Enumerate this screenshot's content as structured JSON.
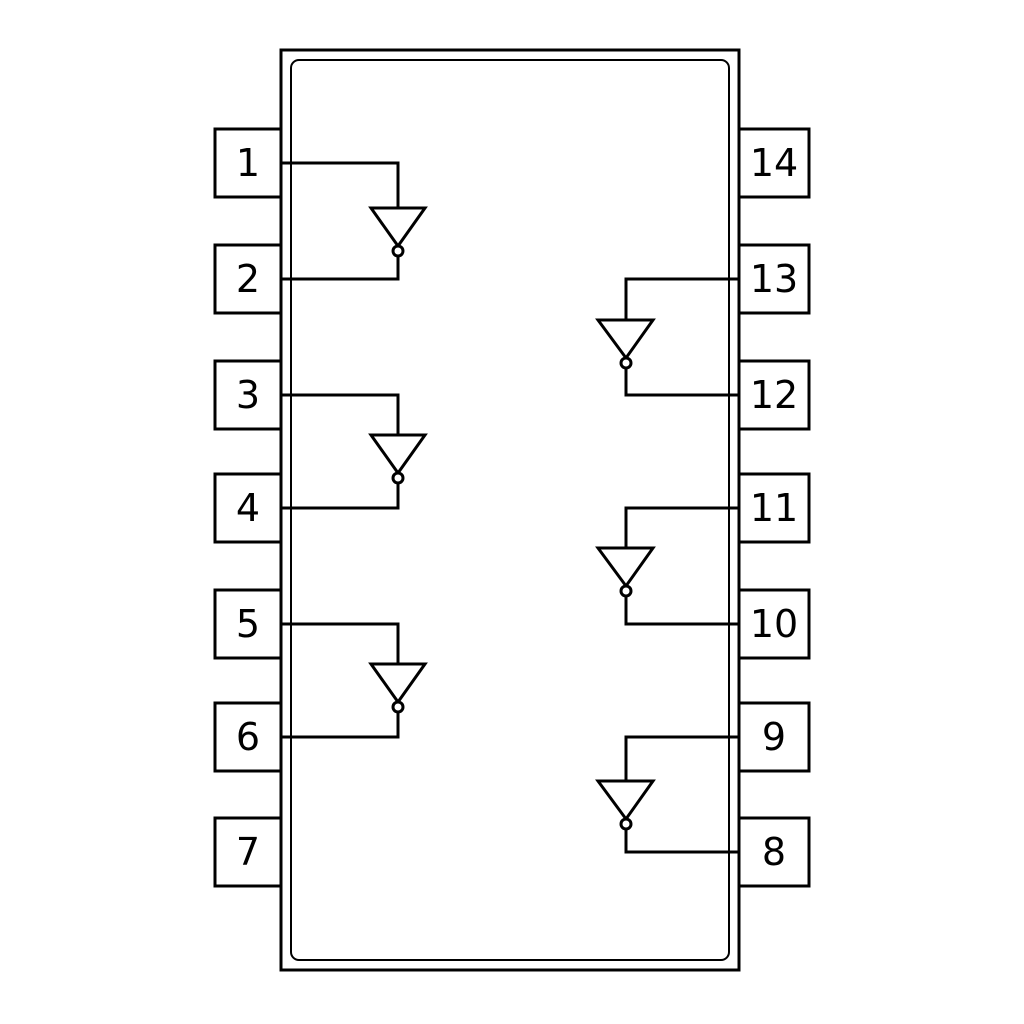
{
  "diagram": {
    "type": "ic-pinout",
    "pins_left": [
      "1",
      "2",
      "3",
      "4",
      "5",
      "6",
      "7"
    ],
    "pins_right": [
      "14",
      "13",
      "12",
      "11",
      "10",
      "9",
      "8"
    ],
    "gates": [
      {
        "kind": "inverter",
        "input_pin": "1",
        "output_pin": "2"
      },
      {
        "kind": "inverter",
        "input_pin": "3",
        "output_pin": "4"
      },
      {
        "kind": "inverter",
        "input_pin": "5",
        "output_pin": "6"
      },
      {
        "kind": "inverter",
        "input_pin": "13",
        "output_pin": "12"
      },
      {
        "kind": "inverter",
        "input_pin": "11",
        "output_pin": "10"
      },
      {
        "kind": "inverter",
        "input_pin": "9",
        "output_pin": "8"
      }
    ],
    "line_color": "#000000",
    "background_color": "#ffffff"
  }
}
